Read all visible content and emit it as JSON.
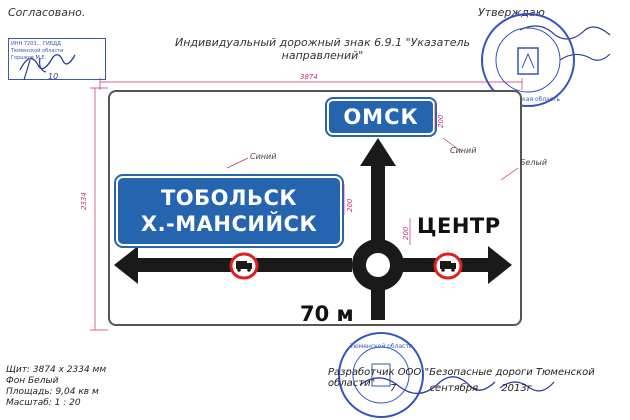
{
  "header": {
    "approved_label": "Согласовано.",
    "confirmed_label": "Утверждаю",
    "title": "Индивидуальный дорожный знак 6.9.1 \"Указатель направлений\""
  },
  "sign": {
    "top_destination": "ОМСК",
    "left_line1": "ТОБОЛЬСК",
    "left_line2": "Х.-МАНСИЙСК",
    "right_destination": "ЦЕНТР",
    "distance": "70 м",
    "colors": {
      "blue": "#2565b0",
      "black": "#1a1a1a",
      "truck_ring": "#e02020"
    },
    "icons": [
      "truck-prohibition-icon",
      "truck-prohibition-icon"
    ]
  },
  "dimensions": {
    "width_mm": "3874",
    "height_mm": "2334",
    "omsk_height": "200",
    "tob_height": "200",
    "centr_height": "200"
  },
  "notes": {
    "blue1": "Синий",
    "blue2": "Синий",
    "white": "Белый"
  },
  "specs": {
    "shield": "Щит:    3874 х 2334 мм",
    "bg": "Фон Белый",
    "area": "Площадь: 9,04 кв м",
    "scale": "Масштаб: 1 : 20"
  },
  "footer": {
    "developer": "Разработчик ООО \"Безопасные дороги Тюменской области\"",
    "date_day": "7",
    "date_month": "сентября",
    "date_year": "2013г"
  },
  "stamps": {
    "small_lines": [
      "ИНН 7203... ГИБДД",
      "Тюменской области",
      "Горшков М.Е."
    ],
    "round_left": "Тюменской области",
    "round_right": "Тюменская область"
  }
}
